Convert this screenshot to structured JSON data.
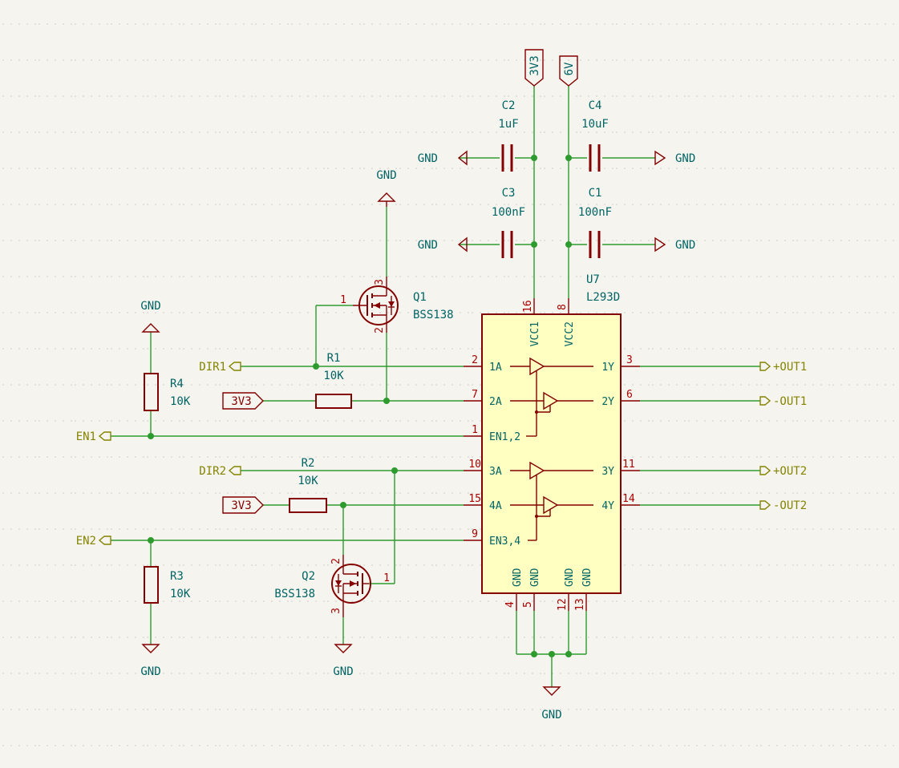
{
  "colors": {
    "background": "#f5f4ef",
    "wire": "#2e9b2e",
    "component": "#840000",
    "ic_fill": "#ffffc2",
    "reference_text": "#006464",
    "label_text": "#848400",
    "pin_number": "#a90000"
  },
  "components": {
    "C2": {
      "ref": "C2",
      "value": "1uF"
    },
    "C4": {
      "ref": "C4",
      "value": "10uF"
    },
    "C3": {
      "ref": "C3",
      "value": "100nF"
    },
    "C1": {
      "ref": "C1",
      "value": "100nF"
    },
    "R1": {
      "ref": "R1",
      "value": "10K"
    },
    "R2": {
      "ref": "R2",
      "value": "10K"
    },
    "R3": {
      "ref": "R3",
      "value": "10K"
    },
    "R4": {
      "ref": "R4",
      "value": "10K"
    },
    "Q1": {
      "ref": "Q1",
      "value": "BSS138",
      "pin_gate": "1",
      "pin_source": "2",
      "pin_drain": "3"
    },
    "Q2": {
      "ref": "Q2",
      "value": "BSS138",
      "pin_gate": "1",
      "pin_source": "3",
      "pin_drain": "2"
    },
    "U7": {
      "ref": "U7",
      "value": "L293D"
    }
  },
  "power": {
    "gnd": "GND",
    "v33": "3V3",
    "v6": "6V"
  },
  "labels": {
    "dir1": "DIR1",
    "dir2": "DIR2",
    "en1": "EN1",
    "en2": "EN2",
    "out1p": "+OUT1",
    "out1m": "-OUT1",
    "out2p": "+OUT2",
    "out2m": "-OUT2"
  },
  "ic_pins": {
    "vcc1": {
      "num": "16",
      "name": "VCC1"
    },
    "vcc2": {
      "num": "8",
      "name": "VCC2"
    },
    "a1": {
      "num": "2",
      "name": "1A"
    },
    "a2": {
      "num": "7",
      "name": "2A"
    },
    "en12": {
      "num": "1",
      "name": "EN1,2"
    },
    "a3": {
      "num": "10",
      "name": "3A"
    },
    "a4": {
      "num": "15",
      "name": "4A"
    },
    "en34": {
      "num": "9",
      "name": "EN3,4"
    },
    "y1": {
      "num": "3",
      "name": "1Y"
    },
    "y2": {
      "num": "6",
      "name": "2Y"
    },
    "y3": {
      "num": "11",
      "name": "3Y"
    },
    "y4": {
      "num": "14",
      "name": "4Y"
    },
    "gnd4": {
      "num": "4",
      "name": "GND"
    },
    "gnd5": {
      "num": "5",
      "name": "GND"
    },
    "gnd12": {
      "num": "12",
      "name": "GND"
    },
    "gnd13": {
      "num": "13",
      "name": "GND"
    }
  }
}
